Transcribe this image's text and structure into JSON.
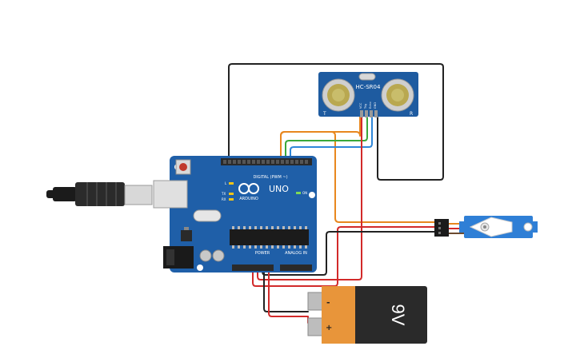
{
  "arduino": {
    "logo": "UNO",
    "brand": "ARDUINO",
    "on_label": "ON",
    "digital_header": "DIGITAL (PWM ~)",
    "power_header": "POWER",
    "analog_header": "ANALOG IN",
    "tx_label": "TX",
    "rx_label": "RX",
    "l_label": "L",
    "board_color": "#1f5fa8"
  },
  "sensor": {
    "model": "HC-SR04",
    "t_label": "T",
    "r_label": "R",
    "pins": [
      "VCC",
      "Trig",
      "Echo",
      "GND"
    ],
    "board_color": "#1e5ba0"
  },
  "battery": {
    "label": "9V",
    "minus": "-",
    "plus": "+",
    "body_color": "#2a2a2a",
    "label_color": "#e8953a"
  },
  "wires": {
    "black": "#222222",
    "red": "#d22a2a",
    "orange": "#e8871e",
    "green": "#3aa83a",
    "blue": "#2f87d9"
  },
  "servo": {
    "body_color": "#2f7fd6"
  }
}
